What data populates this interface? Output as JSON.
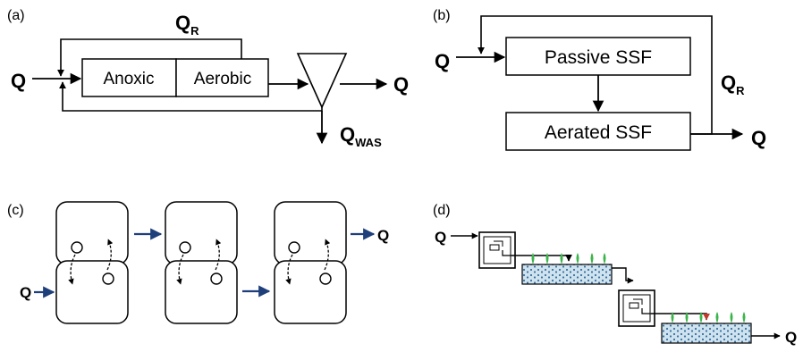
{
  "panels": {
    "a": {
      "label": "(a)",
      "q_in": "Q",
      "q_out": "Q",
      "recycle": "Q",
      "recycle_sub": "R",
      "waste": "Q",
      "waste_sub": "WAS",
      "zone_1": "Anoxic",
      "zone_2": "Aerobic"
    },
    "b": {
      "label": "(b)",
      "q_in": "Q",
      "q_out": "Q",
      "recycle": "Q",
      "recycle_sub": "R",
      "box_1": "Passive SSF",
      "box_2": "Aerated SSF"
    },
    "c": {
      "label": "(c)",
      "q_in": "Q",
      "q_out": "Q"
    },
    "d": {
      "label": "(d)",
      "q_in": "Q",
      "q_out": "Q"
    }
  },
  "colors": {
    "line": "#000000",
    "flow_arrow_blue": "#1f3f7a",
    "gravel_fill": "#cfe3ef",
    "gravel_dot": "#3a6fa0",
    "plant_green": "#3cb44b",
    "plant_red_arrow": "#c0392b"
  }
}
